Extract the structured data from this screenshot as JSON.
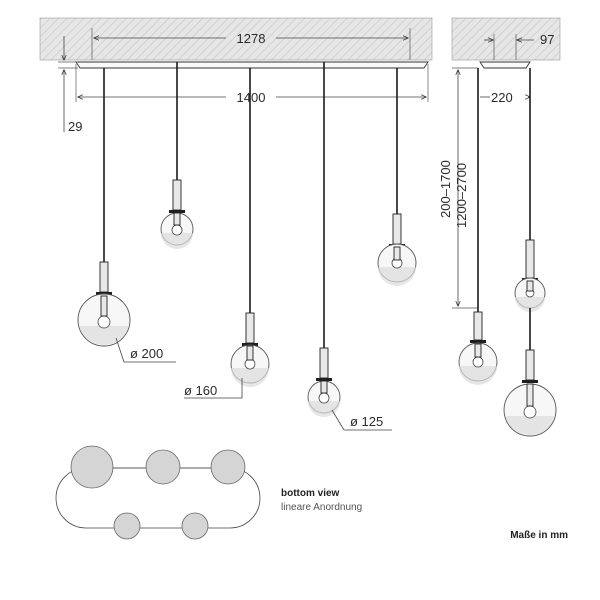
{
  "dimensions": {
    "canopy_hole_spacing": "1278",
    "canopy_length": "1400",
    "canopy_height": "29",
    "canopy_depth": "97",
    "pendant_offset": "220",
    "cable_length_short": "200–1700",
    "cable_length_long": "1200–2700"
  },
  "diameters": {
    "large": "ø 200",
    "medium": "ø 160",
    "small": "ø 125"
  },
  "bottom_view": {
    "title": "bottom view",
    "subtitle": "lineare Anordnung"
  },
  "units_note": "Maße in mm"
}
